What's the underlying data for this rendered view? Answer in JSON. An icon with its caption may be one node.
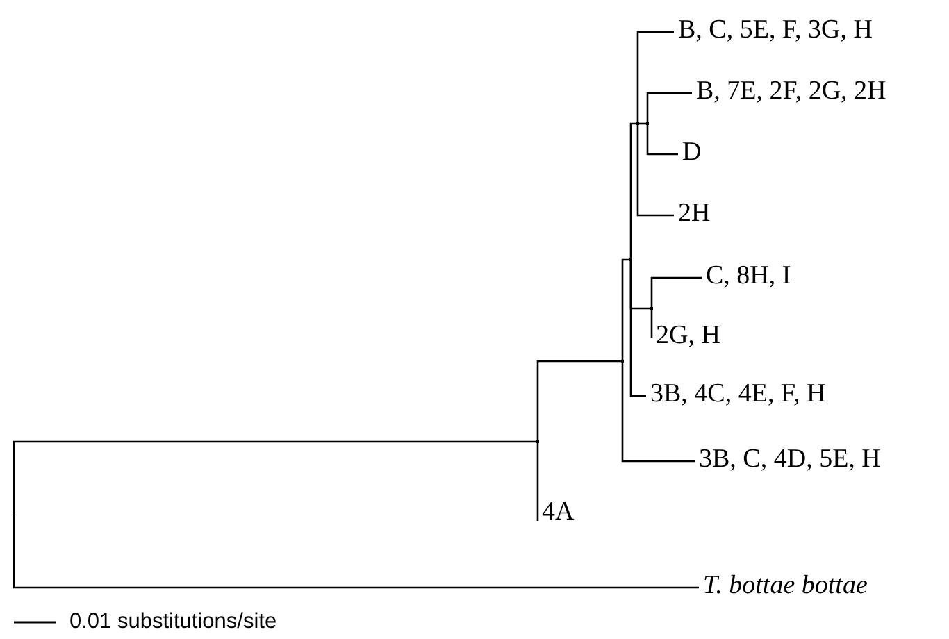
{
  "diagram": {
    "nodes": [
      {
        "text": [
          "B, C, 5E, F, 3G, H"
        ]
      },
      {
        "text": [
          "B, 7E, 2F, 2G, 2H"
        ]
      },
      {
        "text": [
          "D"
        ]
      },
      {
        "text": [
          "2H"
        ]
      },
      {
        "text": [
          "C, 8H, I"
        ]
      },
      {
        "text": [
          "2G, H"
        ]
      },
      {
        "text": [
          "3B, 4C, 4E, F, H"
        ]
      },
      {
        "text": [
          "3B, C, 4D, 5E, H"
        ]
      },
      {
        "text": [
          "4A"
        ]
      },
      {
        "text": [
          "T. bottae bottae"
        ]
      },
      {
        "text": [],
        "shape": "point"
      },
      {
        "text": [],
        "shape": "point"
      },
      {
        "text": [],
        "shape": "point"
      },
      {
        "text": [],
        "shape": "point"
      },
      {
        "text": [],
        "shape": "point"
      },
      {
        "text": [],
        "shape": "point"
      },
      {
        "text": [],
        "shape": "point"
      }
    ],
    "edges": [
      {
        "from": 10,
        "to": 11,
        "arrow": "none"
      },
      {
        "from": 10,
        "to": 9,
        "arrow": "none"
      },
      {
        "from": 11,
        "to": 12,
        "arrow": "none"
      },
      {
        "from": 11,
        "to": 8,
        "arrow": "none"
      },
      {
        "from": 12,
        "to": 13,
        "arrow": "none"
      },
      {
        "from": 12,
        "to": 7,
        "arrow": "none"
      },
      {
        "from": 13,
        "to": 14,
        "arrow": "none"
      },
      {
        "from": 13,
        "to": 16,
        "arrow": "none"
      },
      {
        "from": 13,
        "to": 6,
        "arrow": "none"
      },
      {
        "from": 14,
        "to": 0,
        "arrow": "none"
      },
      {
        "from": 14,
        "to": 15,
        "arrow": "none"
      },
      {
        "from": 14,
        "to": 3,
        "arrow": "none"
      },
      {
        "from": 15,
        "to": 1,
        "arrow": "none"
      },
      {
        "from": 15,
        "to": 2,
        "arrow": "none"
      },
      {
        "from": 16,
        "to": 4,
        "arrow": "none"
      },
      {
        "from": 16,
        "to": 5,
        "arrow": "none"
      }
    ],
    "labels": [
      "0.01 substitutions/site"
    ]
  }
}
